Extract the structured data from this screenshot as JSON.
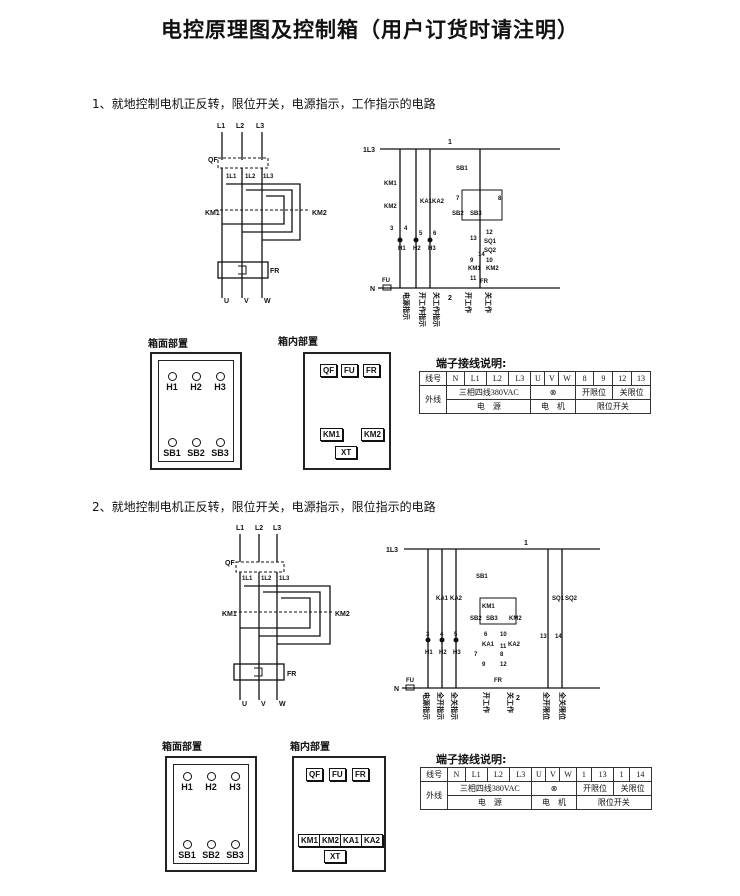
{
  "title": "电控原理图及控制箱（用户订货时请注明）",
  "section1": {
    "heading": "1、就地控制电机正反转，限位开关，电源指示，工作指示的电路",
    "main": {
      "phases": [
        "L1",
        "L2",
        "L3"
      ],
      "qf": "QF",
      "qf_taps": [
        "1L1",
        "1L2",
        "1L3"
      ],
      "km1": "KM1",
      "km2": "KM2",
      "fr": "FR",
      "outputs": [
        "U",
        "V",
        "W"
      ]
    },
    "control": {
      "top_node": "1L3",
      "mid_num": "1",
      "sb1": "SB1",
      "fu": "FU",
      "n": "N",
      "labels": [
        "KM1",
        "KM2",
        "KA1",
        "KA2",
        "SB2",
        "SB3",
        "SQ1",
        "SQ2",
        "H1",
        "H2",
        "H3",
        "KM1",
        "KM2",
        "FR"
      ],
      "nums": [
        "3",
        "4",
        "5",
        "6",
        "7",
        "8",
        "9",
        "10",
        "11",
        "12",
        "13",
        "14",
        "2"
      ],
      "vlabels": [
        "电源指示",
        "开工作指示",
        "关工作指示",
        "开工作",
        "关工作"
      ]
    },
    "panel_face": {
      "title": "箱面部置",
      "lamps": [
        "H1",
        "H2",
        "H3"
      ],
      "buttons": [
        "SB1",
        "SB2",
        "SB3"
      ]
    },
    "panel_inside": {
      "title": "箱内部置",
      "top": [
        "QF",
        "FU",
        "FR"
      ],
      "mid": [
        "KM1",
        "KM2"
      ],
      "bottom": "XT"
    },
    "terminal": {
      "title": "端子接线说明:",
      "row1": [
        "线号",
        "N",
        "L1",
        "L2",
        "L3",
        "U",
        "V",
        "W",
        "8",
        "9",
        "12",
        "13"
      ],
      "row_label": "外线",
      "row2": [
        "三相四线380VAC",
        "开限位",
        "关限位"
      ],
      "row3": [
        "电　源",
        "电　机",
        "限位开关"
      ]
    }
  },
  "section2": {
    "heading": "2、就地控制电机正反转，限位开关，电源指示，限位指示的电路",
    "main": {
      "phases": [
        "L1",
        "L2",
        "L3"
      ],
      "qf": "QF",
      "qf_taps": [
        "1L1",
        "1L2",
        "1L3"
      ],
      "km1": "KM1",
      "km2": "KM2",
      "fr": "FR",
      "outputs": [
        "U",
        "V",
        "W"
      ]
    },
    "control": {
      "top_node": "1L3",
      "mid_num": "1",
      "sb1": "SB1",
      "fu": "FU",
      "n": "N",
      "labels": [
        "KA1",
        "KA2",
        "KM1",
        "KM2",
        "SB2",
        "SB3",
        "SQ1",
        "SQ2",
        "H1",
        "H2",
        "H3",
        "KA1",
        "KA2",
        "FR"
      ],
      "nums": [
        "3",
        "4",
        "5",
        "6",
        "7",
        "8",
        "9",
        "10",
        "11",
        "12",
        "13",
        "14",
        "2"
      ],
      "vlabels": [
        "电源指示",
        "全开指示",
        "全关指示",
        "开工作",
        "关工作",
        "全开限位",
        "全关限位"
      ]
    },
    "panel_face": {
      "title": "箱面部置",
      "lamps": [
        "H1",
        "H2",
        "H3"
      ],
      "buttons": [
        "SB1",
        "SB2",
        "SB3"
      ]
    },
    "panel_inside": {
      "title": "箱内部置",
      "top": [
        "QF",
        "FU",
        "FR"
      ],
      "mid": [
        "KM1",
        "KM2",
        "KA1",
        "KA2"
      ],
      "bottom": "XT"
    },
    "terminal": {
      "title": "端子接线说明:",
      "row1": [
        "线号",
        "N",
        "L1",
        "L2",
        "L3",
        "U",
        "V",
        "W",
        "1",
        "13",
        "1",
        "14"
      ],
      "row_label": "外线",
      "row2": [
        "三相四线380VAC",
        "开限位",
        "关限位"
      ],
      "row3": [
        "电　源",
        "电　机",
        "限位开关"
      ]
    }
  }
}
